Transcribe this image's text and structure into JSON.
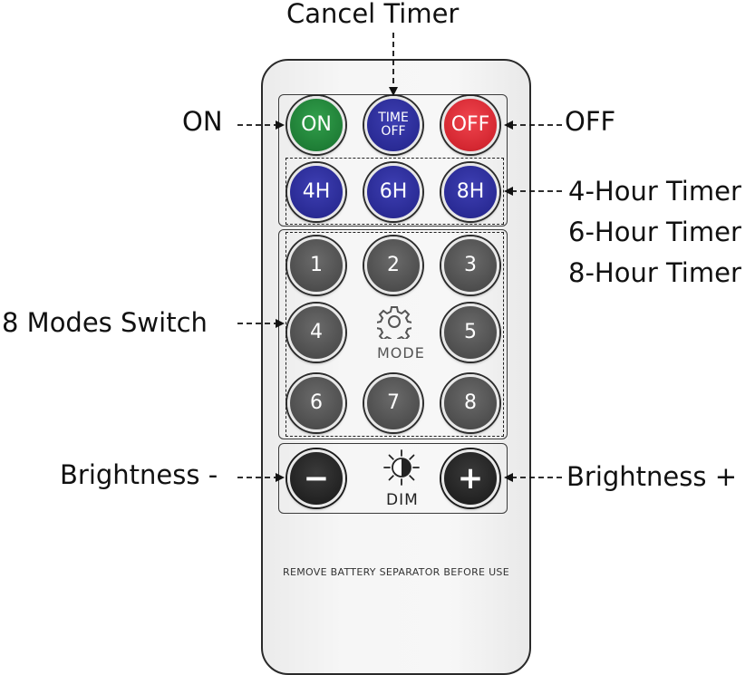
{
  "annotations": {
    "cancel_timer": "Cancel Timer",
    "on": "ON",
    "off": "OFF",
    "timer_4h": "4-Hour Timer",
    "timer_6h": "6-Hour Timer",
    "timer_8h": "8-Hour Timer",
    "modes_switch": "8 Modes Switch",
    "brightness_down": "Brightness -",
    "brightness_up": "Brightness +"
  },
  "remote": {
    "buttons": {
      "on": "ON",
      "time_off_line1": "TIME",
      "time_off_line2": "OFF",
      "off": "OFF",
      "h4": "4H",
      "h6": "6H",
      "h8": "8H",
      "m1": "1",
      "m2": "2",
      "m3": "3",
      "m4": "4",
      "m5": "5",
      "m6": "6",
      "m7": "7",
      "m8": "8",
      "minus": "−",
      "plus": "+"
    },
    "mode_label": "MODE",
    "dim_label": "DIM",
    "notice": "REMOVE BATTERY SEPARATOR BEFORE USE",
    "icons": {
      "mode": "gear-icon",
      "dim": "half-sun-icon"
    },
    "colors": {
      "on": "#1f7e36",
      "off": "#d42731",
      "timer": "#2a2b95",
      "mode": "#4e4e4e",
      "brightness": "#222222"
    }
  }
}
